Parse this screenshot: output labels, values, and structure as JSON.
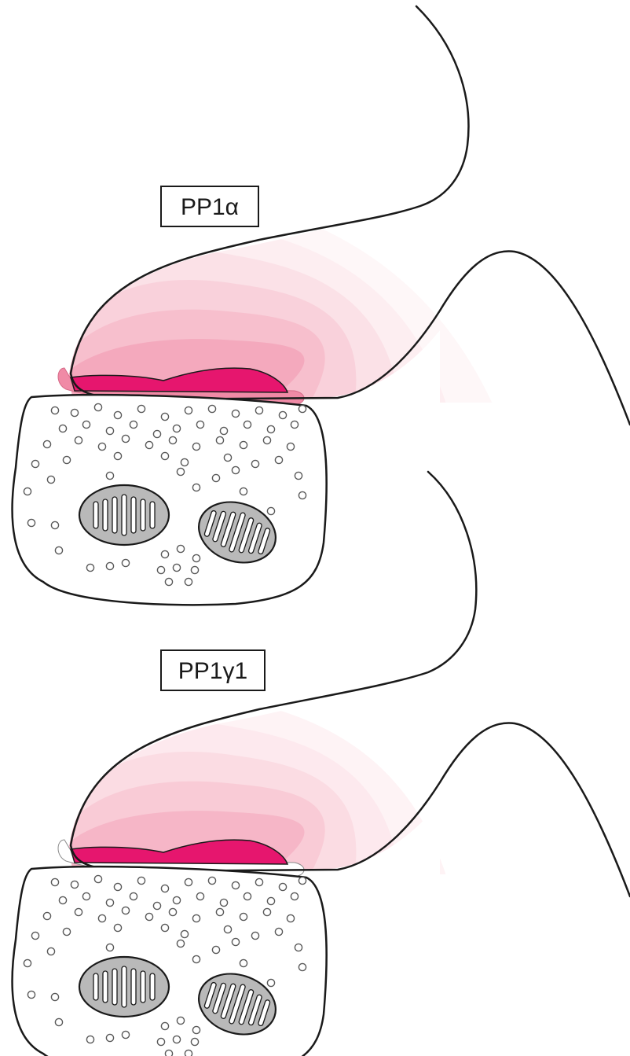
{
  "panels": [
    {
      "id": "alpha",
      "label": "PP1α",
      "colors": {
        "psd": "#e6166e",
        "membrane": "#f08aa6",
        "bands": [
          "#f4a9bd",
          "#f7bfcd",
          "#f9d1db",
          "#fbe1e7",
          "#fdeef1",
          "#fef7f8"
        ]
      },
      "membrane_visible": true
    },
    {
      "id": "gamma1",
      "label": "PP1γ1",
      "colors": {
        "psd": "#e6166e",
        "membrane": "#ffffff",
        "bands": [
          "#f6b6c7",
          "#f9cbd6",
          "#fbdce3",
          "#fde9ee",
          "#fef3f5"
        ]
      },
      "membrane_visible": false
    }
  ],
  "colors": {
    "outline": "#1a1a1a",
    "mitochondrion_fill": "#b9b9b9",
    "vesicle_stroke": "#5a5a5a"
  }
}
